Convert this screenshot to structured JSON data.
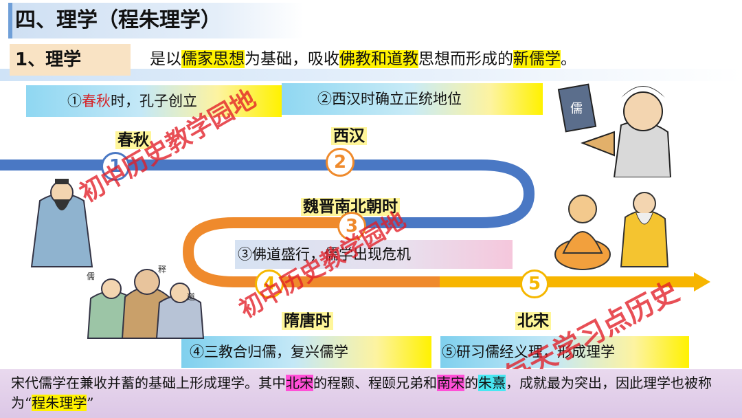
{
  "title": "四、理学（程朱理学）",
  "sub_tag": "1、理学",
  "intro": {
    "t1": "是以",
    "h1": "儒家思想",
    "t2": "为基础，吸收",
    "h2": "佛教和道教",
    "t3": "思想而形成的",
    "h3": "新儒学",
    "t4": "。"
  },
  "boxes": {
    "b1_prefix": "①",
    "b1_red": "春秋",
    "b1_rest": "时，孔子创立",
    "b2": "②西汉时确立正统地位",
    "b3": "③佛道盛行，儒学出现危机",
    "b4": "④三教合归儒，复兴儒学",
    "b5": "⑤研习儒经义理，形成理学"
  },
  "eras": {
    "e1": "春秋",
    "e2": "西汉",
    "e3": "魏晋南北朝时",
    "e4": "隋唐时",
    "e5": "北宋"
  },
  "nodes": [
    "1",
    "2",
    "3",
    "4",
    "5"
  ],
  "bottom": {
    "p1": "宋代儒学在兼收并蓄的基础上形成理学。其中",
    "h1": "北宋",
    "p2": "的程颢、程颐兄弟和",
    "h2": "南宋",
    "p3": "的",
    "h3": "朱熹",
    "p4": "，成就最为突出，因此理学也被称 为“",
    "h4": "程朱理学",
    "p5": "”"
  },
  "figure_labels": {
    "ru": "儒",
    "shi": "释",
    "dao": "道",
    "book": "儒"
  },
  "watermarks": {
    "w1": "初中历史教学园地",
    "w2": "初中历史教学园地",
    "w3": "每天学习点历史"
  },
  "colors": {
    "blue": "#4a78c4",
    "orange": "#ef8a2c",
    "yellow": "#f5b700",
    "highlight_yellow": "#fff200",
    "highlight_magenta": "#ff4fd7",
    "highlight_cyan": "#49e7f2",
    "watermark_red": "#e21e26"
  }
}
